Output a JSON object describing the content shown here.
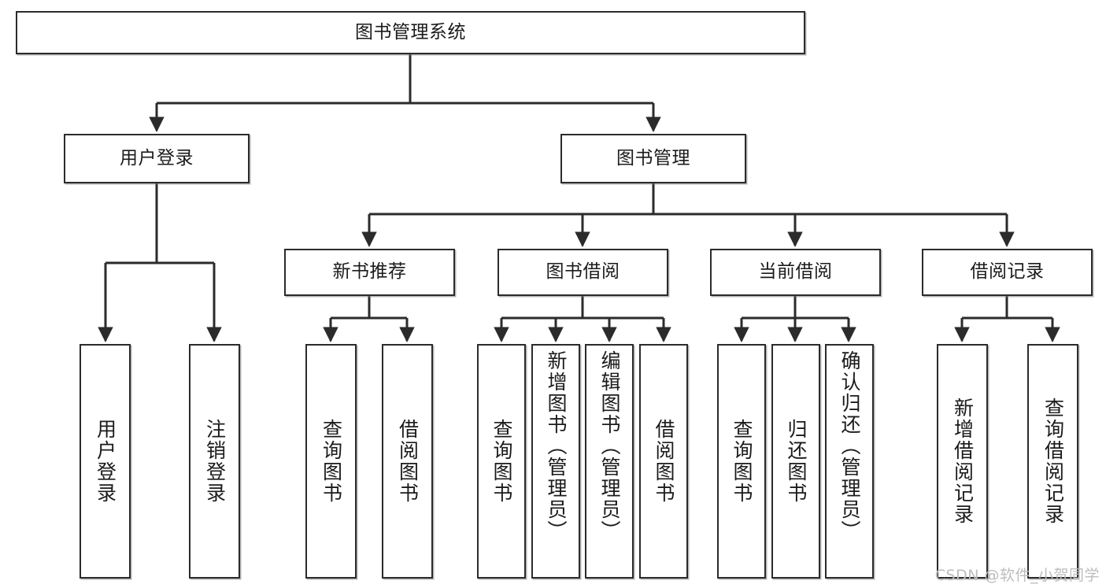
{
  "diagram": {
    "type": "tree-hierarchy-flowchart",
    "title": "图书管理系统",
    "orientation": "top-down",
    "background_color": "#ffffff",
    "box_border_color": "#2b2b2b",
    "connector_color": "#2b2b2b",
    "text_color": "#1b1b1b",
    "levels": 4
  },
  "nodes": {
    "root": {
      "id": "root",
      "label": "图书管理系统",
      "level": 0,
      "text_direction": "horizontal"
    },
    "level1": [
      {
        "id": "user-login",
        "label": "用户登录",
        "level": 1,
        "text_direction": "horizontal",
        "parent": "root"
      },
      {
        "id": "book-management",
        "label": "图书管理",
        "level": 1,
        "text_direction": "horizontal",
        "parent": "root"
      }
    ],
    "level2": [
      {
        "id": "new-book-recommend",
        "label": "新书推荐",
        "level": 2,
        "text_direction": "horizontal",
        "parent": "book-management"
      },
      {
        "id": "book-borrow",
        "label": "图书借阅",
        "level": 2,
        "text_direction": "horizontal",
        "parent": "book-management"
      },
      {
        "id": "current-borrow",
        "label": "当前借阅",
        "level": 2,
        "text_direction": "horizontal",
        "parent": "book-management"
      },
      {
        "id": "borrow-record",
        "label": "借阅记录",
        "level": 2,
        "text_direction": "horizontal",
        "parent": "book-management"
      }
    ],
    "leaves": [
      {
        "id": "leaf-user-login",
        "label": "用户登录",
        "level": 2,
        "text_direction": "vertical",
        "parent": "user-login"
      },
      {
        "id": "leaf-logout",
        "label": "注销登录",
        "level": 2,
        "text_direction": "vertical",
        "parent": "user-login"
      },
      {
        "id": "leaf-query-book-1",
        "label": "查询图书",
        "level": 3,
        "text_direction": "vertical",
        "parent": "new-book-recommend"
      },
      {
        "id": "leaf-borrow-book-1",
        "label": "借阅图书",
        "level": 3,
        "text_direction": "vertical",
        "parent": "new-book-recommend"
      },
      {
        "id": "leaf-query-book-2",
        "label": "查询图书",
        "level": 3,
        "text_direction": "vertical",
        "parent": "book-borrow"
      },
      {
        "id": "leaf-add-book",
        "label": "新增图书（管理员）",
        "level": 3,
        "text_direction": "vertical",
        "parent": "book-borrow"
      },
      {
        "id": "leaf-edit-book",
        "label": "编辑图书（管理员）",
        "level": 3,
        "text_direction": "vertical",
        "parent": "book-borrow"
      },
      {
        "id": "leaf-borrow-book-2",
        "label": "借阅图书",
        "level": 3,
        "text_direction": "vertical",
        "parent": "book-borrow"
      },
      {
        "id": "leaf-query-book-3",
        "label": "查询图书",
        "level": 3,
        "text_direction": "vertical",
        "parent": "current-borrow"
      },
      {
        "id": "leaf-return-book",
        "label": "归还图书",
        "level": 3,
        "text_direction": "vertical",
        "parent": "current-borrow"
      },
      {
        "id": "leaf-confirm-return",
        "label": "确认归还（管理员）",
        "level": 3,
        "text_direction": "vertical",
        "parent": "current-borrow"
      },
      {
        "id": "leaf-add-record",
        "label": "新增借阅记录",
        "level": 3,
        "text_direction": "vertical",
        "parent": "borrow-record"
      },
      {
        "id": "leaf-query-record",
        "label": "查询借阅记录",
        "level": 3,
        "text_direction": "vertical",
        "parent": "borrow-record"
      }
    ]
  },
  "watermark": {
    "text": "CSDN @软件_小贺同学",
    "color": "#bdbdbd"
  }
}
